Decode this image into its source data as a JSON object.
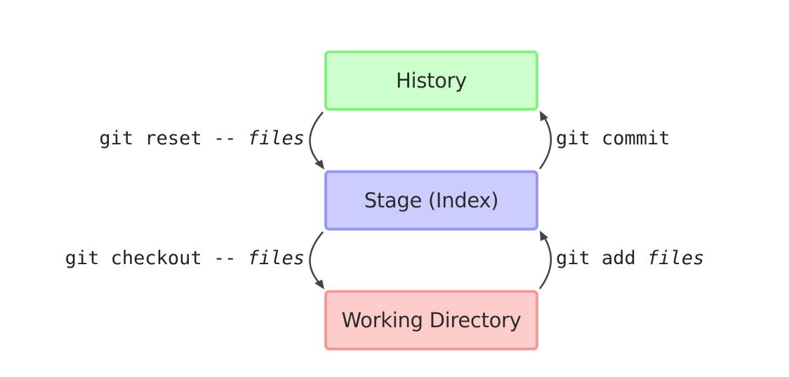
{
  "boxes": {
    "history": "History",
    "stage": "Stage (Index)",
    "working": "Working Directory"
  },
  "commands": {
    "reset": {
      "cmd": "git reset -- ",
      "arg": "files"
    },
    "commit": {
      "cmd": "git commit",
      "arg": ""
    },
    "checkout": {
      "cmd": "git checkout -- ",
      "arg": "files"
    },
    "add": {
      "cmd": "git add ",
      "arg": "files"
    }
  },
  "colors": {
    "history_fill": "#ccffcc",
    "history_border": "#86f086",
    "stage_fill": "#ccccff",
    "stage_border": "#9999f2",
    "working_fill": "#ffcccc",
    "working_border": "#f39a9a",
    "arrow": "#444444"
  }
}
